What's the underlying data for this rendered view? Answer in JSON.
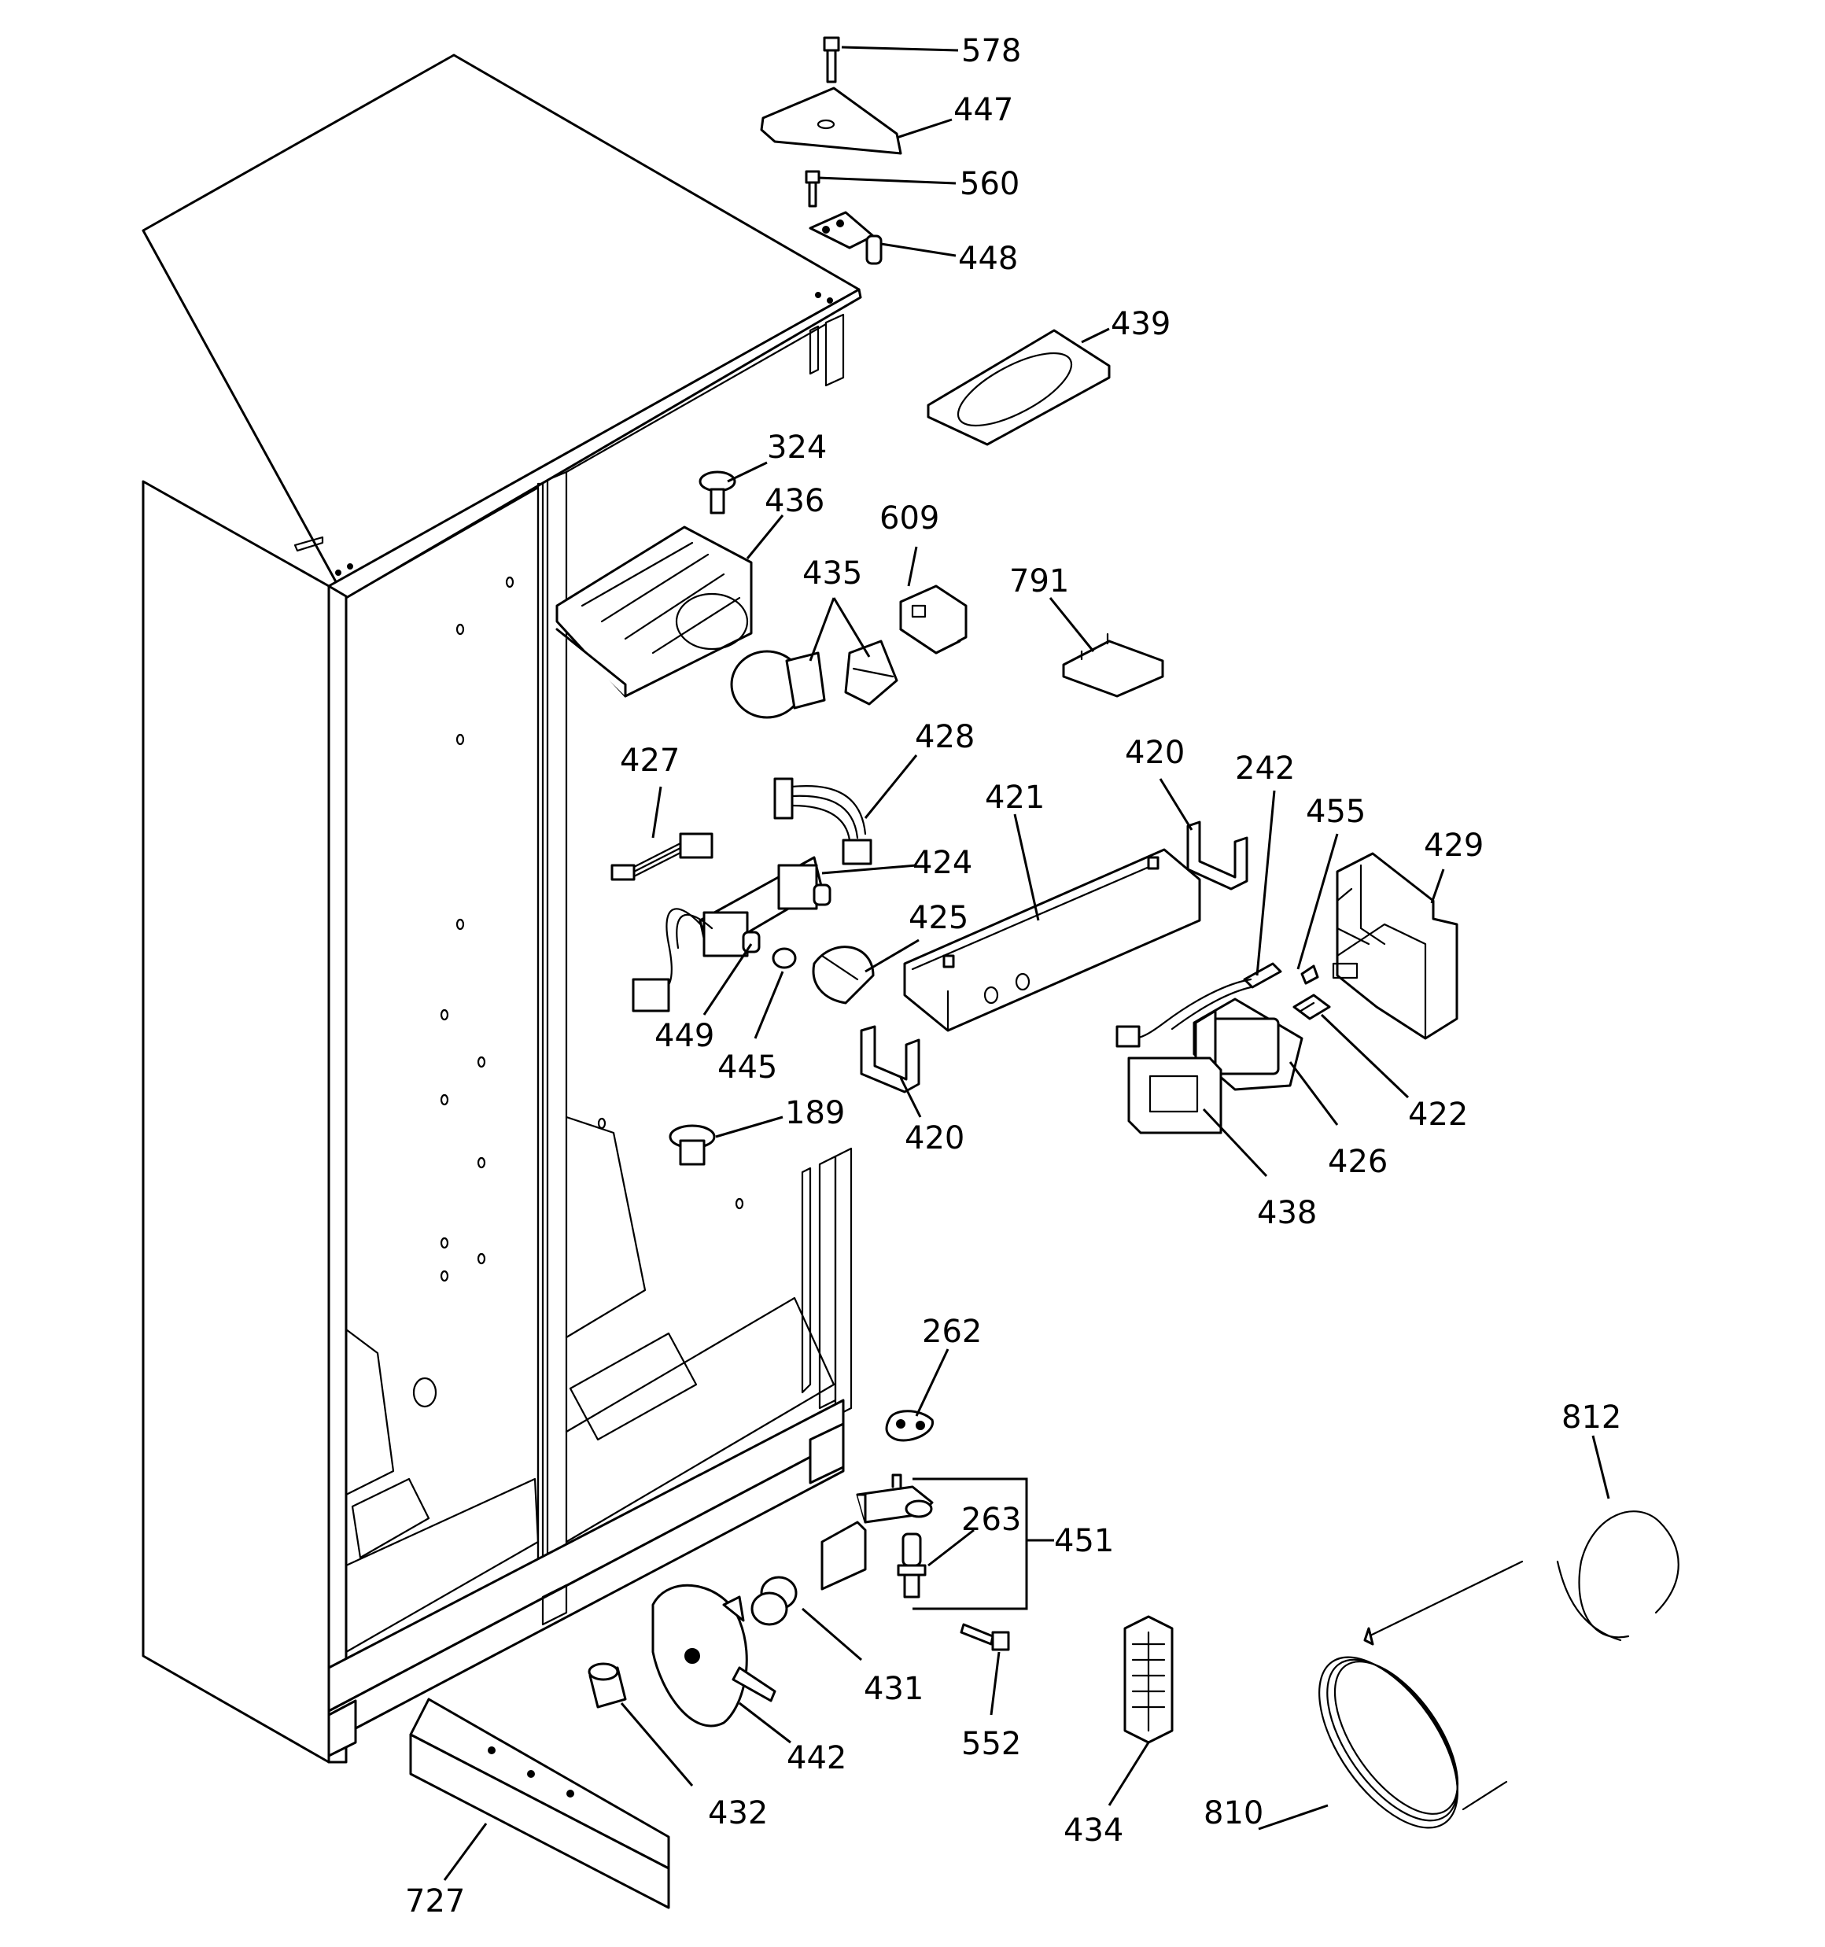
{
  "labels": [
    {
      "id": "578",
      "text": "578"
    },
    {
      "id": "447",
      "text": "447"
    },
    {
      "id": "560",
      "text": "560"
    },
    {
      "id": "448",
      "text": "448"
    },
    {
      "id": "439",
      "text": "439"
    },
    {
      "id": "324",
      "text": "324"
    },
    {
      "id": "436",
      "text": "436"
    },
    {
      "id": "609",
      "text": "609"
    },
    {
      "id": "435",
      "text": "435"
    },
    {
      "id": "791",
      "text": "791"
    },
    {
      "id": "428",
      "text": "428"
    },
    {
      "id": "427",
      "text": "427"
    },
    {
      "id": "420a",
      "text": "420"
    },
    {
      "id": "242",
      "text": "242"
    },
    {
      "id": "421",
      "text": "421"
    },
    {
      "id": "455",
      "text": "455"
    },
    {
      "id": "429",
      "text": "429"
    },
    {
      "id": "424",
      "text": "424"
    },
    {
      "id": "425",
      "text": "425"
    },
    {
      "id": "449",
      "text": "449"
    },
    {
      "id": "445",
      "text": "445"
    },
    {
      "id": "420b",
      "text": "420"
    },
    {
      "id": "422",
      "text": "422"
    },
    {
      "id": "426",
      "text": "426"
    },
    {
      "id": "438",
      "text": "438"
    },
    {
      "id": "189",
      "text": "189"
    },
    {
      "id": "262",
      "text": "262"
    },
    {
      "id": "263",
      "text": "263"
    },
    {
      "id": "451",
      "text": "451"
    },
    {
      "id": "812",
      "text": "812"
    },
    {
      "id": "431",
      "text": "431"
    },
    {
      "id": "552",
      "text": "552"
    },
    {
      "id": "442",
      "text": "442"
    },
    {
      "id": "432",
      "text": "432"
    },
    {
      "id": "434",
      "text": "434"
    },
    {
      "id": "810",
      "text": "810"
    },
    {
      "id": "727",
      "text": "727"
    }
  ]
}
